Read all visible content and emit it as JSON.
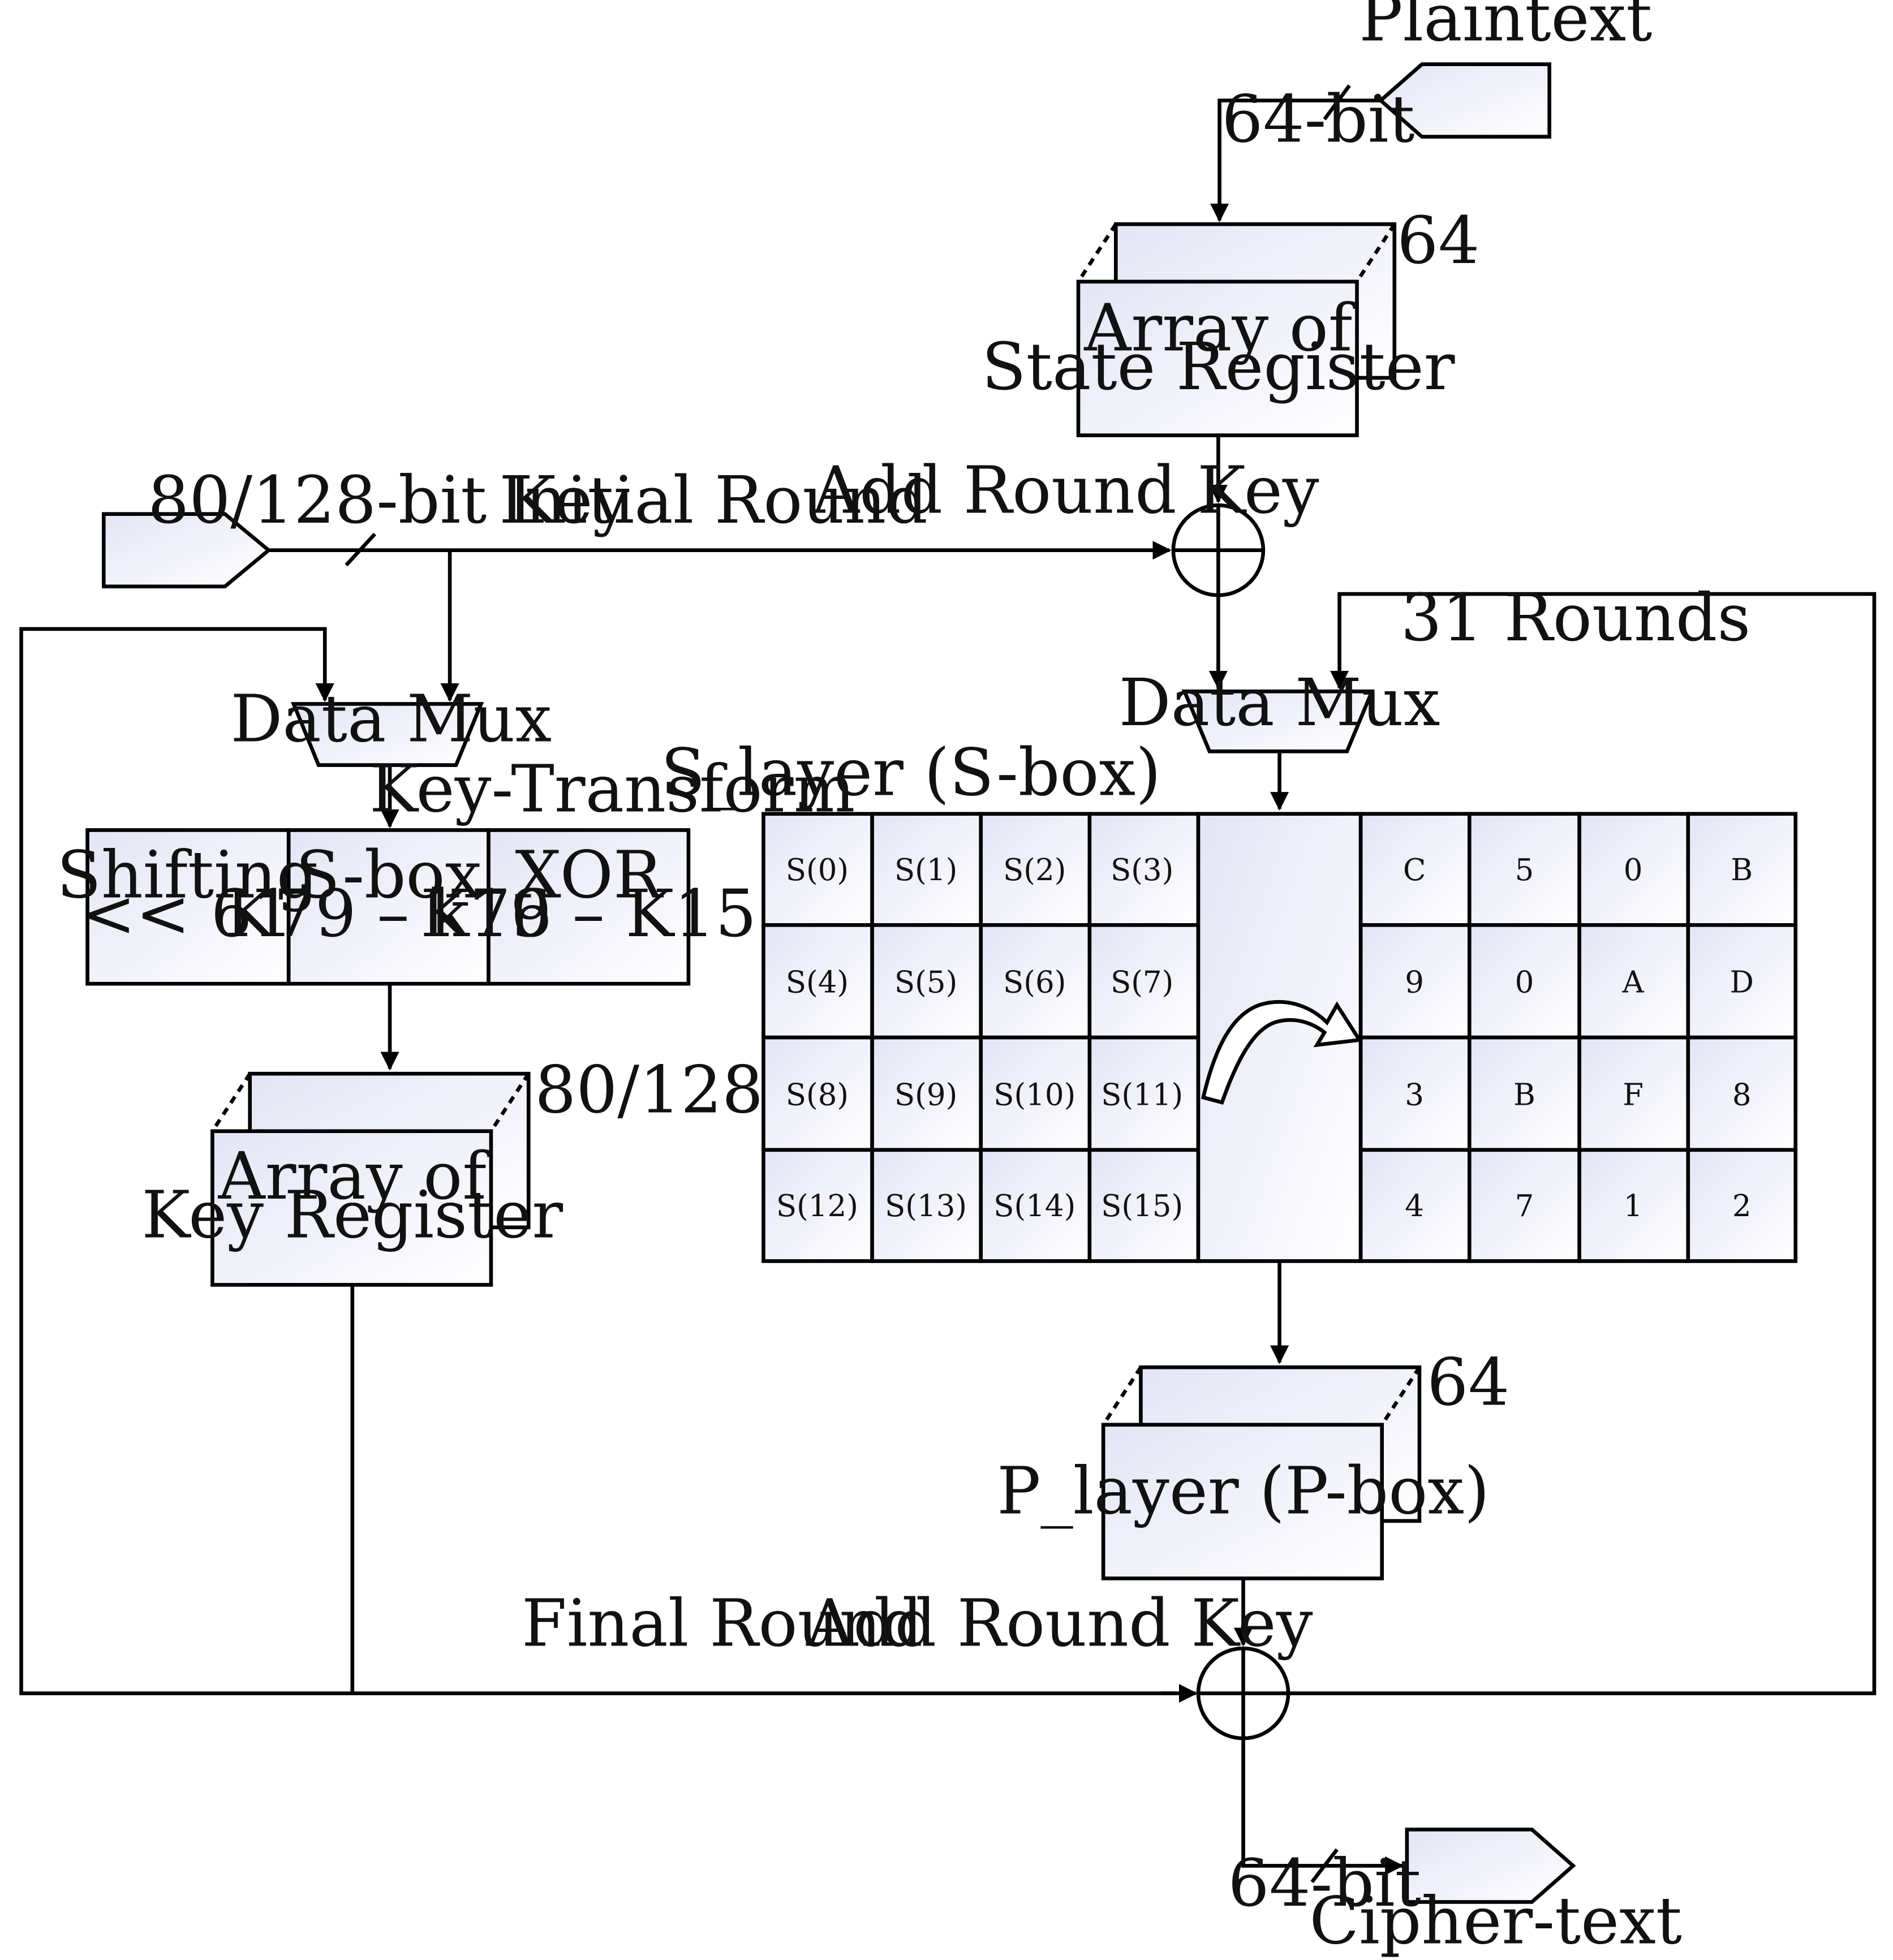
{
  "colors": {
    "stroke": "#000000",
    "fill_light": "#ffffff",
    "fill_tint": "#e8e9f6"
  },
  "labels": {
    "plaintext": "Plaintext",
    "bits_in": "64-bit",
    "state_width": "64",
    "state_reg_line1": "Array of",
    "state_reg_line2": "State Register",
    "key_in": "80/128-bit Key",
    "initial_round": "Initial Round",
    "add_round_key_top": "Add Round Key",
    "rounds": "31 Rounds",
    "data_mux_left": "Data Mux",
    "data_mux_right": "Data Mux",
    "key_transform": "Key-Transform",
    "shift_line1": "Shifting",
    "shift_line2": "<< 61",
    "sbox_line1": "S-box",
    "sbox_line2": "K79 – k76",
    "xor_line1": "XOR",
    "xor_line2": "K19 – K15",
    "key_width": "80/128",
    "key_reg_line1": "Array of",
    "key_reg_line2": "Key Register",
    "s_layer": "S_layer (S-box)",
    "p_width": "64",
    "p_layer": "P_layer (P-box)",
    "final_round": "Final Round",
    "add_round_key_bottom": "Add Round Key",
    "bits_out": "64-bit",
    "ciphertext": "Cipher-text"
  },
  "s_layer_cells": [
    [
      "S(0)",
      "S(1)",
      "S(2)",
      "S(3)"
    ],
    [
      "S(4)",
      "S(5)",
      "S(6)",
      "S(7)"
    ],
    [
      "S(8)",
      "S(9)",
      "S(10)",
      "S(11)"
    ],
    [
      "S(12)",
      "S(13)",
      "S(14)",
      "S(15)"
    ]
  ],
  "sbox_table": [
    [
      "C",
      "5",
      "0",
      "B"
    ],
    [
      "9",
      "0",
      "A",
      "D"
    ],
    [
      "3",
      "B",
      "F",
      "8"
    ],
    [
      "4",
      "7",
      "1",
      "2"
    ]
  ]
}
